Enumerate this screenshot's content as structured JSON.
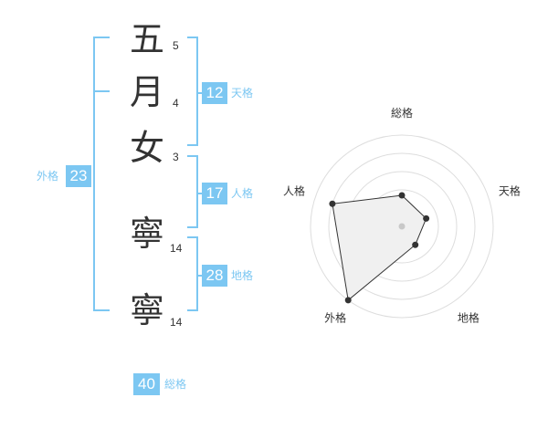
{
  "characters": [
    {
      "char": "五",
      "strokes": "5"
    },
    {
      "char": "月",
      "strokes": "4"
    },
    {
      "char": "女",
      "strokes": "3"
    },
    {
      "char": "寧",
      "strokes": "14"
    },
    {
      "char": "寧",
      "strokes": "14"
    }
  ],
  "kaku": {
    "tenkaku": {
      "value": "12",
      "label": "天格"
    },
    "jinkaku": {
      "value": "17",
      "label": "人格"
    },
    "chikaku": {
      "value": "28",
      "label": "地格"
    },
    "gaikaku": {
      "value": "23",
      "label": "外格"
    },
    "soukaku": {
      "value": "40",
      "label": "総格"
    }
  },
  "chart_data": {
    "type": "radar",
    "axes": [
      "総格",
      "天格",
      "地格",
      "外格",
      "人格"
    ],
    "values": [
      0.34,
      0.28,
      0.25,
      1.0,
      0.8
    ],
    "max": 1.0,
    "rings": 5
  }
}
